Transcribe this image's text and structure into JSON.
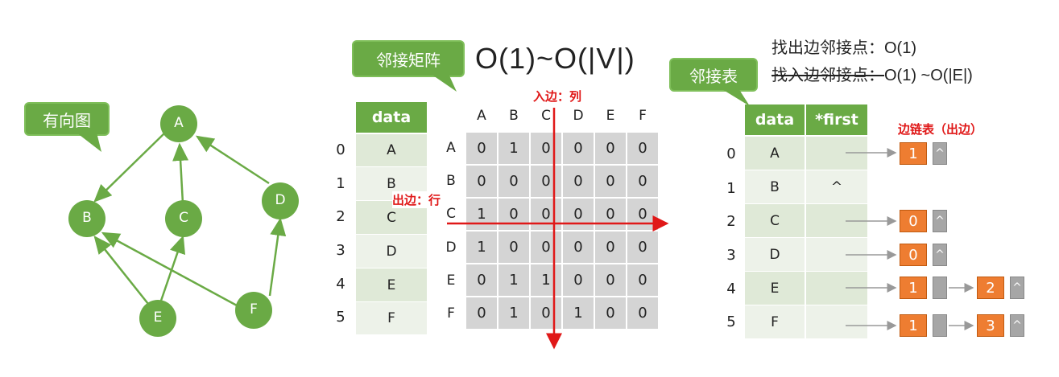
{
  "callouts": {
    "digraph": "有向图",
    "matrix": "邻接矩阵",
    "list": "邻接表"
  },
  "complexity_main": "O(1)~O(|V|)",
  "notes": {
    "find_out": "找出边邻接点：",
    "find_out_val": "O(1)",
    "find_in": "找入边邻接点：",
    "find_in_val": "O(1) ~O(|E|)"
  },
  "graph": {
    "nodes": [
      "A",
      "B",
      "C",
      "D",
      "E",
      "F"
    ]
  },
  "vertex_table": {
    "header": "data",
    "indices": [
      "0",
      "1",
      "2",
      "3",
      "4",
      "5"
    ],
    "values": [
      "A",
      "B",
      "C",
      "D",
      "E",
      "F"
    ]
  },
  "matrix": {
    "col_labels": [
      "A",
      "B",
      "C",
      "D",
      "E",
      "F"
    ],
    "row_labels": [
      "A",
      "B",
      "C",
      "D",
      "E",
      "F"
    ],
    "rows": [
      [
        "0",
        "1",
        "0",
        "0",
        "0",
        "0"
      ],
      [
        "0",
        "0",
        "0",
        "0",
        "0",
        "0"
      ],
      [
        "1",
        "0",
        "0",
        "0",
        "0",
        "0"
      ],
      [
        "1",
        "0",
        "0",
        "0",
        "0",
        "0"
      ],
      [
        "0",
        "1",
        "1",
        "0",
        "0",
        "0"
      ],
      [
        "0",
        "1",
        "0",
        "1",
        "0",
        "0"
      ]
    ],
    "in_label": "入边：列",
    "out_label": "出边：行"
  },
  "adj_list": {
    "header_data": "data",
    "header_first": "*first",
    "indices": [
      "0",
      "1",
      "2",
      "3",
      "4",
      "5"
    ],
    "values": [
      "A",
      "B",
      "C",
      "D",
      "E",
      "F"
    ],
    "null_symbol": "^",
    "edge_title": "边链表（出边）",
    "chains": [
      [
        "1"
      ],
      [],
      [
        "0"
      ],
      [
        "0"
      ],
      [
        "1",
        "2"
      ],
      [
        "1",
        "3"
      ]
    ]
  },
  "colors": {
    "green": "#6aaa45",
    "orange": "#ee7d31",
    "red": "#e01818",
    "gray": "#d4d4d4"
  }
}
